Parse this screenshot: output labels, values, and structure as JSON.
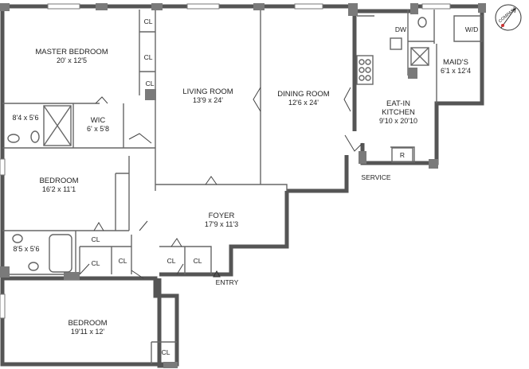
{
  "rooms": {
    "master_bedroom": {
      "name": "MASTER BEDROOM",
      "size": "20' x 12'5"
    },
    "wic": {
      "name": "WIC",
      "size": "6' x 5'8"
    },
    "master_bath": {
      "size": "8'4 x 5'6"
    },
    "living_room": {
      "name": "LIVING ROOM",
      "size": "13'9 x 24'"
    },
    "dining_room": {
      "name": "DINING ROOM",
      "size": "12'6 x 24'"
    },
    "kitchen": {
      "name_line1": "EAT-IN",
      "name_line2": "KITCHEN",
      "size": "9'10 x 20'10"
    },
    "maids": {
      "name": "MAID'S",
      "size": "6'1 x 12'4"
    },
    "bedroom2": {
      "name": "BEDROOM",
      "size": "16'2 x 11'1"
    },
    "bath2": {
      "size": "8'5 x 5'6"
    },
    "foyer": {
      "name": "FOYER",
      "size": "17'9 x 11'3"
    },
    "bedroom3": {
      "name": "BEDROOM",
      "size": "19'11 x 12'"
    }
  },
  "labels": {
    "closet": "CL",
    "dishwasher": "DW",
    "washer_dryer": "W/D",
    "refrigerator": "R",
    "service": "SERVICE",
    "entry": "ENTRY",
    "compass": "COMPASS"
  }
}
